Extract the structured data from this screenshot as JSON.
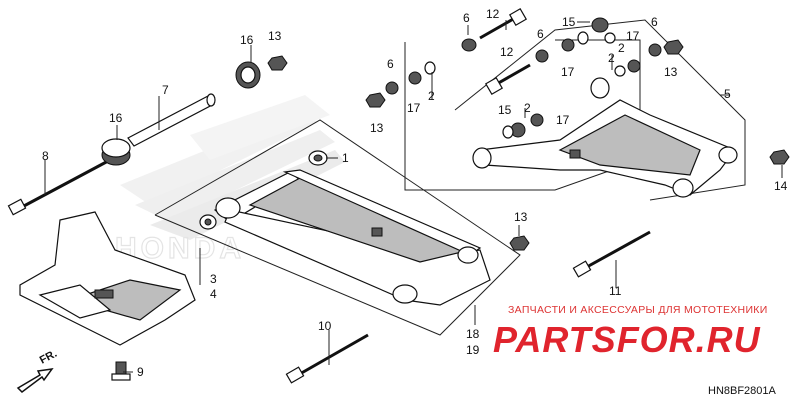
{
  "diagram": {
    "callouts": [
      "1",
      "2",
      "3",
      "4",
      "5",
      "6",
      "7",
      "8",
      "9",
      "10",
      "11",
      "12",
      "13",
      "14",
      "15",
      "16",
      "17",
      "18",
      "19"
    ],
    "front_indicator": "FR.",
    "diagram_code": "HN8BF2801A"
  },
  "watermark": {
    "caption": "ЗАПЧАСТИ И АКСЕССУАРЫ ДЛЯ МОТОТЕХНИКИ",
    "logo_text": "PARTSFOR.RU",
    "logo_color": "#e0242d",
    "brand_text": "HONDA"
  }
}
